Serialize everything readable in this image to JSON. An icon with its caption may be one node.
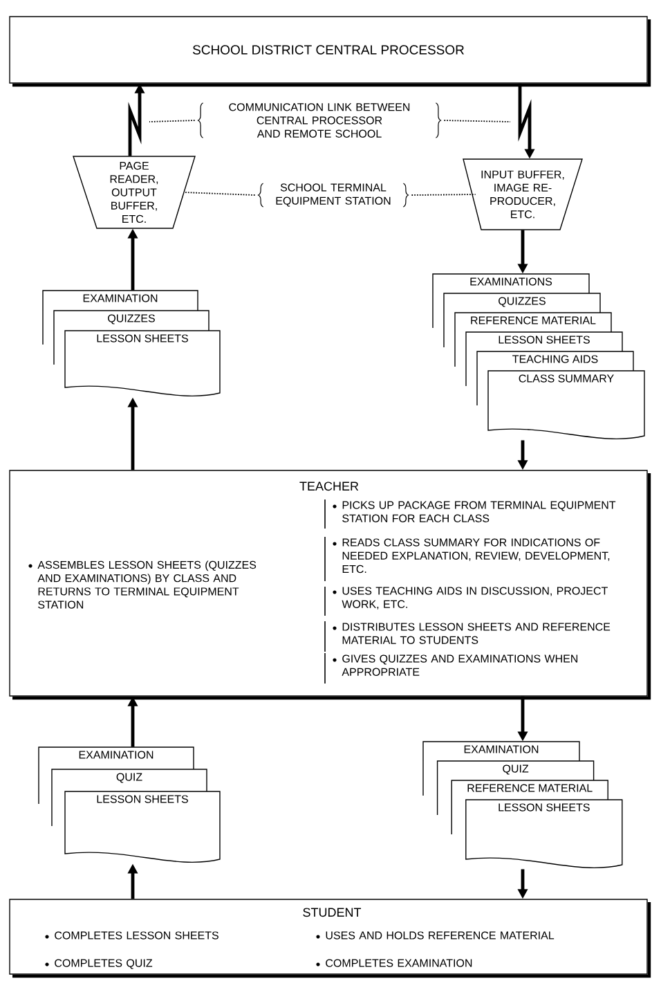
{
  "diagram": {
    "nodes": [
      {
        "text": [
          "SCHOOL DISTRICT CENTRAL PROCESSOR"
        ]
      },
      {
        "text": [
          "COMMUNICATION LINK BETWEEN CENTRAL PROCESSOR AND REMOTE SCHOOL"
        ]
      },
      {
        "text": [
          "PAGE READER, OUTPUT BUFFER, ETC."
        ]
      },
      {
        "text": [
          "SCHOOL TERMINAL EQUIPMENT STATION"
        ]
      },
      {
        "text": [
          "INPUT BUFFER, IMAGE RE- PRODUCER, ETC."
        ]
      },
      {
        "text": [
          "EXAMINATION"
        ]
      },
      {
        "text": [
          "QUIZZES"
        ]
      },
      {
        "text": [
          "LESSON SHEETS"
        ]
      },
      {
        "text": [
          "EXAMINATIONS"
        ]
      },
      {
        "text": [
          "QUIZZES"
        ]
      },
      {
        "text": [
          "REFERENCE MATERIAL"
        ]
      },
      {
        "text": [
          "LESSON SHEETS"
        ]
      },
      {
        "text": [
          "TEACHING AIDS"
        ]
      },
      {
        "text": [
          "CLASS SUMMARY"
        ]
      },
      {
        "text": [
          "TEACHER",
          "ASSEMBLES LESSON SHEETS (QUIZZES AND EXAMINATIONS) BY CLASS AND RETURNS TO TERMINAL EQUIPMENT STATION",
          "PICKS UP PACKAGE FROM TERMINAL EQUIPMENT STATION FOR EACH CLASS",
          "READS CLASS SUMMARY FOR INDICATIONS OF NEEDED EXPLANATION, REVIEW, DEVELOPMENT, ETC.",
          "USES TEACHING AIDS IN DISCUSSION, PROJECT WORK, ETC.",
          "DISTRIBUTES LESSON SHEETS AND REFERENCE MATERIAL TO STUDENTS",
          "GIVES QUIZZES AND EXAMINATIONS WHEN APPROPRIATE"
        ]
      },
      {
        "text": [
          "EXAMINATION"
        ]
      },
      {
        "text": [
          "QUIZ"
        ]
      },
      {
        "text": [
          "LESSON SHEETS"
        ]
      },
      {
        "text": [
          "EXAMINATION"
        ]
      },
      {
        "text": [
          "QUIZ"
        ]
      },
      {
        "text": [
          "REFERENCE MATERIAL"
        ]
      },
      {
        "text": [
          "LESSON SHEETS"
        ]
      },
      {
        "text": [
          "STUDENT",
          "COMPLETES LESSON SHEETS",
          "USES AND HOLDS REFERENCE MATERIAL",
          "COMPLETES QUIZ",
          "COMPLETES EXAMINATION"
        ]
      }
    ],
    "edges": [
      {
        "from": 2,
        "to": 0,
        "arrow": "to"
      },
      {
        "from": 0,
        "to": 4,
        "arrow": "to"
      },
      {
        "from": 1,
        "to": null,
        "arrow": "none",
        "style": "dashed"
      },
      {
        "from": 1,
        "to": null,
        "arrow": "none",
        "style": "dashed"
      },
      {
        "from": 3,
        "to": 2,
        "arrow": "none",
        "style": "dashed"
      },
      {
        "from": 3,
        "to": 4,
        "arrow": "none",
        "style": "dashed"
      },
      {
        "from": 5,
        "to": 2,
        "arrow": "to"
      },
      {
        "from": 14,
        "to": 7,
        "arrow": "to"
      },
      {
        "from": 4,
        "to": 8,
        "arrow": "to"
      },
      {
        "from": 13,
        "to": 14,
        "arrow": "to"
      },
      {
        "from": 15,
        "to": 14,
        "arrow": "to"
      },
      {
        "from": 22,
        "to": 17,
        "arrow": "to"
      },
      {
        "from": 14,
        "to": 18,
        "arrow": "to"
      },
      {
        "from": 21,
        "to": 22,
        "arrow": "to"
      }
    ]
  }
}
